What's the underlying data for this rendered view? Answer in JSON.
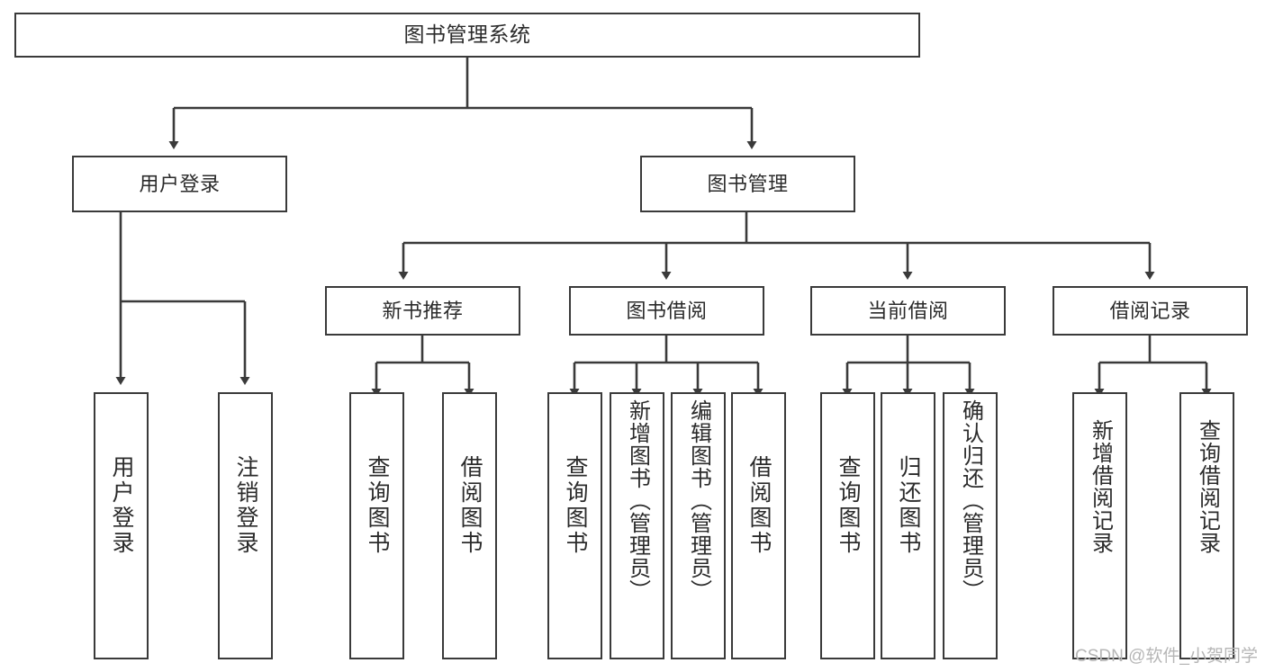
{
  "diagram": {
    "type": "tree-hierarchy",
    "title": "图书管理系统",
    "watermark": "CSDN @软件_小贺同学",
    "colors": {
      "stroke": "#3a3a3a",
      "fill": "#ffffff",
      "text": "#2b2b2b",
      "watermark": "#b6b6b6"
    },
    "nodes": {
      "root": {
        "label": "图书管理系统"
      },
      "level2": [
        {
          "label": "用户登录"
        },
        {
          "label": "图书管理"
        }
      ],
      "level3": [
        {
          "label": "新书推荐"
        },
        {
          "label": "图书借阅"
        },
        {
          "label": "当前借阅"
        },
        {
          "label": "借阅记录"
        }
      ],
      "leaves": {
        "user_login": [
          {
            "label": "用户登录"
          },
          {
            "label": "注销登录"
          }
        ],
        "new_book": [
          {
            "label": "查询图书"
          },
          {
            "label": "借阅图书"
          }
        ],
        "borrow_book": [
          {
            "label": "查询图书"
          },
          {
            "label": "新增图书（管理员）"
          },
          {
            "label": "编辑图书（管理员）"
          },
          {
            "label": "借阅图书"
          }
        ],
        "current_borrow": [
          {
            "label": "查询图书"
          },
          {
            "label": "归还图书"
          },
          {
            "label": "确认归还（管理员）"
          }
        ],
        "borrow_record": [
          {
            "label": "新增借阅记录"
          },
          {
            "label": "查询借阅记录"
          }
        ]
      }
    }
  }
}
